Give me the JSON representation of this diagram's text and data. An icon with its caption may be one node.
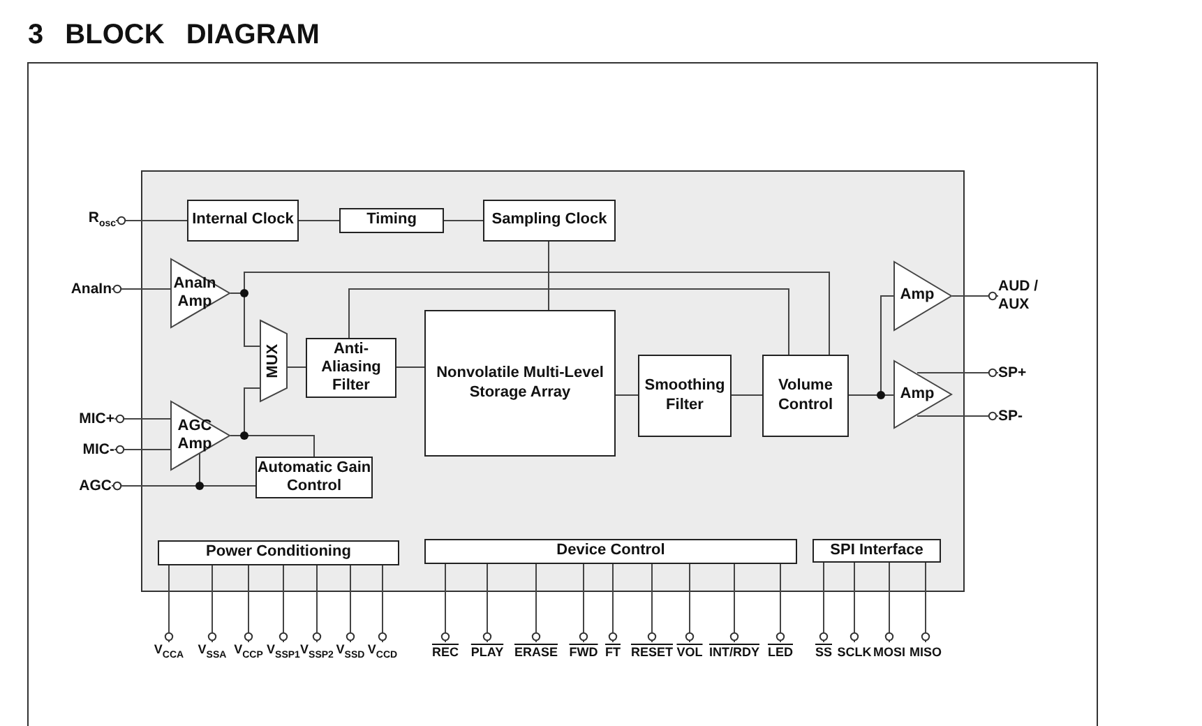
{
  "diagram": {
    "title": "3 BLOCK DIAGRAM",
    "nodes": [
      {
        "text": [],
        "shape": "box"
      },
      {
        "text": [
          "Internal Clock"
        ],
        "in": 0
      },
      {
        "text": [
          "Timing"
        ],
        "in": 0
      },
      {
        "text": [
          "Sampling Clock"
        ],
        "in": 0
      },
      {
        "text": [
          "AnaIn Amp"
        ],
        "in": 0
      },
      {
        "text": [
          "MUX"
        ],
        "in": 0
      },
      {
        "text": [
          "Anti-Aliasing Filter"
        ],
        "in": 0
      },
      {
        "text": [
          "Nonvolatile Multi-Level Storage Array"
        ],
        "in": 0
      },
      {
        "text": [
          "Smoothing Filter"
        ],
        "in": 0
      },
      {
        "text": [
          "Volume Control"
        ],
        "in": 0
      },
      {
        "text": [
          "Amp"
        ],
        "in": 0
      },
      {
        "text": [
          "Amp"
        ],
        "in": 0
      },
      {
        "text": [
          "AGC Amp"
        ],
        "in": 0
      },
      {
        "text": [
          "Automatic Gain Control"
        ],
        "in": 0
      },
      {
        "text": [
          "Power Conditioning"
        ],
        "in": 0
      },
      {
        "text": [
          "Device Control"
        ],
        "in": 0
      },
      {
        "text": [
          "SPI Interface"
        ],
        "in": 0
      },
      {
        "text": [
          "R$_{osc}$"
        ]
      },
      {
        "text": [
          "AnaIn"
        ]
      },
      {
        "text": [
          "MIC+"
        ]
      },
      {
        "text": [
          "MIC-"
        ]
      },
      {
        "text": [
          "AGC"
        ]
      },
      {
        "text": [
          "AUD / AUX"
        ]
      },
      {
        "text": [
          "SP+"
        ]
      },
      {
        "text": [
          "SP-"
        ]
      },
      {
        "text": [
          "V$_{CCA}$"
        ]
      },
      {
        "text": [
          "V$_{SSA}$"
        ]
      },
      {
        "text": [
          "V$_{CCP}$"
        ]
      },
      {
        "text": [
          "V$_{SSP1}$"
        ]
      },
      {
        "text": [
          "V$_{SSP2}$"
        ]
      },
      {
        "text": [
          "V$_{SSD}$"
        ]
      },
      {
        "text": [
          "V$_{CCD}$"
        ]
      },
      {
        "text": [
          "REC"
        ]
      },
      {
        "text": [
          "PLAY"
        ]
      },
      {
        "text": [
          "ERASE"
        ]
      },
      {
        "text": [
          "FWD"
        ]
      },
      {
        "text": [
          "FT"
        ]
      },
      {
        "text": [
          "RESET"
        ]
      },
      {
        "text": [
          "VOL"
        ]
      },
      {
        "text": [
          "INT/RDY"
        ]
      },
      {
        "text": [
          "LED"
        ]
      },
      {
        "text": [
          "SS"
        ]
      },
      {
        "text": [
          "SCLK"
        ]
      },
      {
        "text": [
          "MOSI"
        ]
      },
      {
        "text": [
          "MISO"
        ]
      }
    ],
    "edges": [
      {
        "from": 17,
        "to": 1,
        "arrow": "other"
      },
      {
        "from": 1,
        "to": 2,
        "arrow": "none"
      },
      {
        "from": 2,
        "to": 3,
        "arrow": "none"
      },
      {
        "from": 3,
        "to": 7,
        "arrow": "none"
      },
      {
        "from": 18,
        "to": 4,
        "arrow": "other"
      },
      {
        "from": 4,
        "to": 5,
        "arrow": "none"
      },
      {
        "from": 4,
        "to": 9,
        "arrow": "none"
      },
      {
        "from": 6,
        "to": 9,
        "arrow": "none"
      },
      {
        "from": 5,
        "to": 6,
        "arrow": "none"
      },
      {
        "from": 6,
        "to": 7,
        "arrow": "none"
      },
      {
        "from": 7,
        "to": 8,
        "arrow": "none"
      },
      {
        "from": 8,
        "to": 9,
        "arrow": "none"
      },
      {
        "from": 9,
        "to": 11,
        "arrow": "none"
      },
      {
        "from": 9,
        "to": 10,
        "arrow": "none"
      },
      {
        "from": 22,
        "to": 10,
        "arrow": "other"
      },
      {
        "from": 23,
        "to": 11,
        "arrow": "other"
      },
      {
        "from": 24,
        "to": 11,
        "arrow": "other"
      },
      {
        "from": 19,
        "to": 12,
        "arrow": "other"
      },
      {
        "from": 20,
        "to": 12,
        "arrow": "other"
      },
      {
        "from": 21,
        "to": 13,
        "arrow": "other"
      },
      {
        "from": 21,
        "to": 12,
        "arrow": "other"
      },
      {
        "from": 12,
        "to": 5,
        "arrow": "none"
      },
      {
        "from": 12,
        "to": 13,
        "arrow": "none"
      },
      {
        "from": 25,
        "to": 14,
        "arrow": "other"
      },
      {
        "from": 26,
        "to": 14,
        "arrow": "other"
      },
      {
        "from": 27,
        "to": 14,
        "arrow": "other"
      },
      {
        "from": 28,
        "to": 14,
        "arrow": "other"
      },
      {
        "from": 29,
        "to": 14,
        "arrow": "other"
      },
      {
        "from": 30,
        "to": 14,
        "arrow": "other"
      },
      {
        "from": 31,
        "to": 14,
        "arrow": "other"
      },
      {
        "from": 32,
        "to": 15,
        "arrow": "other"
      },
      {
        "from": 33,
        "to": 15,
        "arrow": "other"
      },
      {
        "from": 34,
        "to": 15,
        "arrow": "other"
      },
      {
        "from": 35,
        "to": 15,
        "arrow": "other"
      },
      {
        "from": 36,
        "to": 15,
        "arrow": "other"
      },
      {
        "from": 37,
        "to": 15,
        "arrow": "other"
      },
      {
        "from": 38,
        "to": 15,
        "arrow": "other"
      },
      {
        "from": 39,
        "to": 15,
        "arrow": "other"
      },
      {
        "from": 40,
        "to": 15,
        "arrow": "other"
      },
      {
        "from": 41,
        "to": 16,
        "arrow": "other"
      },
      {
        "from": 42,
        "to": 16,
        "arrow": "other"
      },
      {
        "from": 43,
        "to": 16,
        "arrow": "other"
      },
      {
        "from": 44,
        "to": 16,
        "arrow": "other"
      }
    ]
  }
}
